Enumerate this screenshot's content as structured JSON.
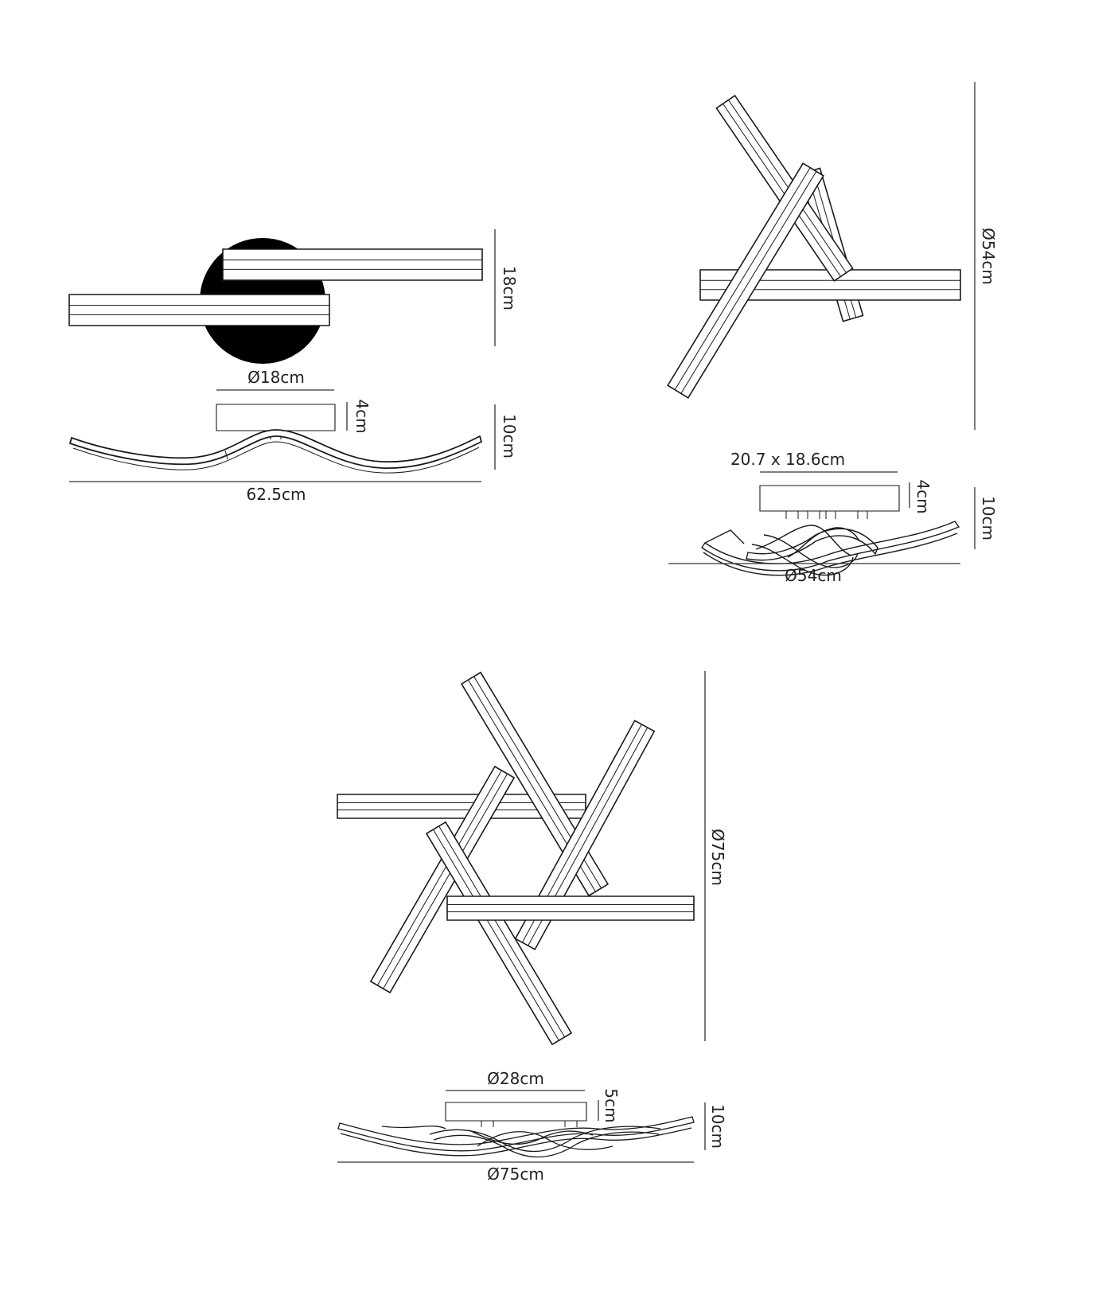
{
  "colors": {
    "line": "#1a1a1a",
    "dim": "#333333",
    "background": "#ffffff"
  },
  "drawing_1": {
    "top_view": {
      "height_label": "18cm"
    },
    "side_view": {
      "canopy_diameter_label": "Ø18cm",
      "canopy_height_label": "4cm",
      "total_height_label": "10cm",
      "width_label": "62.5cm"
    }
  },
  "drawing_2": {
    "top_view": {
      "diameter_label": "Ø54cm"
    },
    "side_view": {
      "canopy_size_label": "20.7 x 18.6cm",
      "canopy_height_label": "4cm",
      "total_height_label": "10cm",
      "diameter_label": "Ø54cm"
    }
  },
  "drawing_3": {
    "top_view": {
      "diameter_label": "Ø75cm"
    },
    "side_view": {
      "canopy_diameter_label": "Ø28cm",
      "canopy_height_label": "5cm",
      "total_height_label": "10cm",
      "diameter_label": "Ø75cm"
    }
  }
}
